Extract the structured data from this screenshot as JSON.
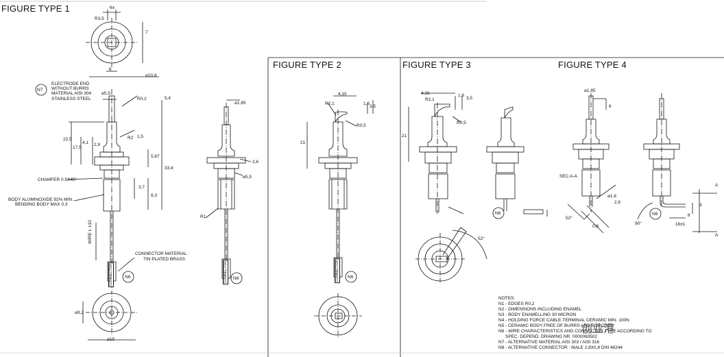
{
  "figures": {
    "fig1": "FIGURE TYPE 1",
    "fig2": "FIGURE TYPE 2",
    "fig3": "FIGURE TYPE 3",
    "fig4": "FIGURE TYPE 4"
  },
  "labels": {
    "electrode": [
      "ELECTRODE END",
      "WITHOUT BURRS",
      "MATERIAL AISI 304",
      "STAINLESS STEEL"
    ],
    "chamfer": "CHAMFER 0.5X45°",
    "body": [
      "BODY ALUMINOXIDE 92% MIN.",
      "BENDING BODY MAX 0.3"
    ],
    "connector_material": [
      "CONNECTOR MATERIAL :",
      "TIN PLATED BRASS"
    ],
    "wire": "WIRE L ±10",
    "connector": "CONNECTOR",
    "sec": "SEC.A-A",
    "section_a": "A"
  },
  "badges": {
    "n7": "N7",
    "n6": "N6"
  },
  "dims": {
    "d6": "6±",
    "r3": "R3,5",
    "d7": "7",
    "d6b": "6",
    "d108": "⌀10,8",
    "d55": "⌀5,5",
    "r02": "R0,2",
    "d54": "5,4",
    "d225": "22,5",
    "d175": "17,5",
    "d41": "4,1",
    "d29": "2,9",
    "r2": "R2",
    "d15": "1,5",
    "d567": "5,67",
    "d334": "33,4",
    "d37": "3,7",
    "d83": "8,3",
    "d165": "⌀1,65",
    "d26": "2,6",
    "d55b": "⌀5,5",
    "r1": "R1",
    "d92": "⌀9,2",
    "d15b": "⌀15",
    "d415": "4,15",
    "d16": "1,6",
    "d35": "3,5",
    "r21": "R2,1",
    "r05": "R0,5",
    "d21": "21",
    "a52": "52°",
    "d185": "⌀1,85",
    "d6c": "6",
    "d16b": "⌀1,6",
    "d28": "2,8",
    "d08": "0,8",
    "a52b": "52°",
    "a90": "90°",
    "d8": "8",
    "d3": "3",
    "d16c": "16±1"
  },
  "notes": {
    "title": "NOTES:",
    "items": [
      "N1 - EDGES R0,2",
      "N2 - DIMENSIONS INCLUDING ENAMEL",
      "N3 - BODY ENAMELLING 30 MICRON",
      "N4 - HOLDING FORCE CABLE-TERMINAL CERAMIC MIN. 100N",
      "N5 - CERAMIC BODY FREE OF BURRS AND POROSITY",
      "N6 - WIRE CHARACTERISTICS AND CONNECTOR TYPE ACCORDING TO",
      "SPEC. DEPEND. DRAWING NR. 0000083502",
      "N7 - ALTERNATIVE MATERIAL AISI 303 / AISI 316",
      "N8 - ALTERNATIVE CONNECTOR : MALE 2,8X0,8 DIN 46244"
    ]
  },
  "watermark": "创业港"
}
